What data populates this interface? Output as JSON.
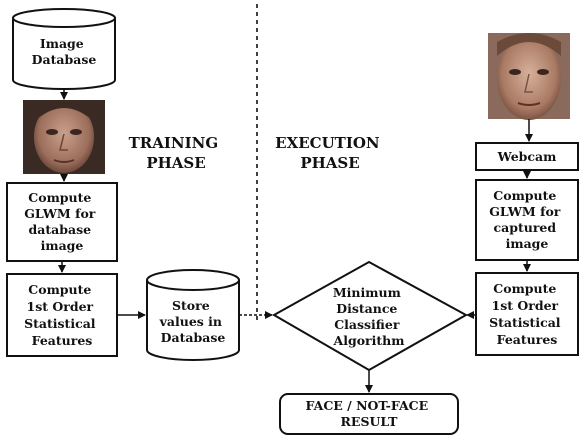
{
  "diagram": {
    "phases": {
      "training": [
        "TRAINING",
        "PHASE"
      ],
      "execution": [
        "EXECUTION",
        "PHASE"
      ]
    },
    "nodes": {
      "image_database": [
        "Image",
        "Database"
      ],
      "compute_glwm_database": [
        "Compute",
        "GLWM for",
        "database",
        "image"
      ],
      "compute_first_order_left": [
        "Compute",
        "1st Order",
        "Statistical",
        "Features"
      ],
      "store_values": [
        "Store",
        "values in",
        "Database"
      ],
      "min_distance_classifier": [
        "Minimum",
        "Distance",
        "Classifier",
        "Algorithm"
      ],
      "result": [
        "FACE / NOT-FACE",
        "RESULT"
      ],
      "webcam": [
        "Webcam"
      ],
      "compute_glwm_captured": [
        "Compute",
        "GLWM for",
        "captured",
        "image"
      ],
      "compute_first_order_right": [
        "Compute",
        "1st Order",
        "Statistical",
        "Features"
      ]
    },
    "images": {
      "database_face": "face-photo",
      "webcam_face": "face-photo"
    }
  }
}
